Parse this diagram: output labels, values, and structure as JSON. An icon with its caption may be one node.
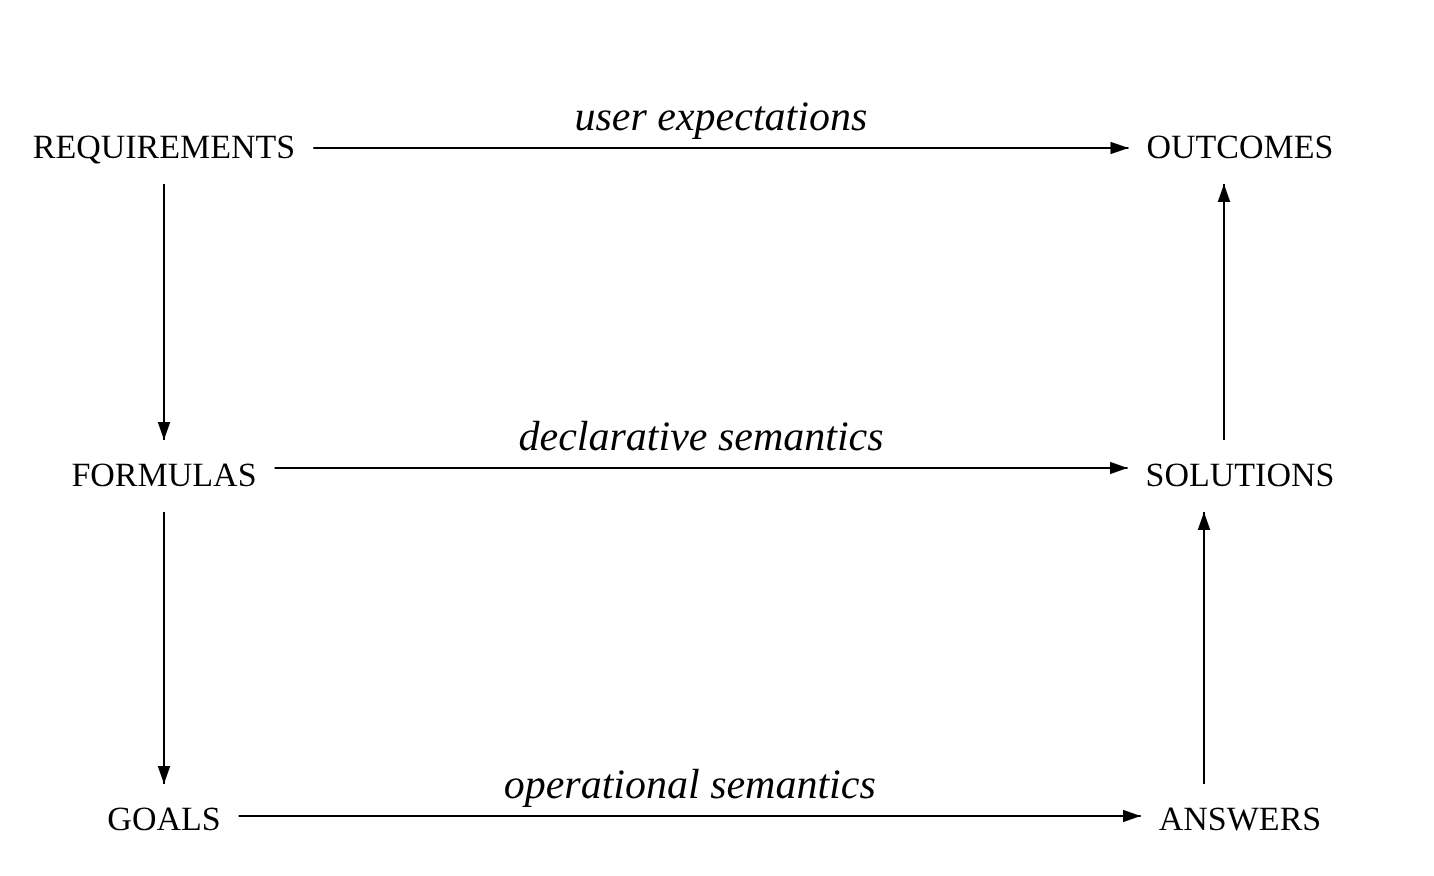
{
  "diagram": {
    "nodes": [
      {
        "text": [
          "REQUIREMENTS"
        ]
      },
      {
        "text": [
          "OUTCOMES"
        ]
      },
      {
        "text": [
          "FORMULAS"
        ]
      },
      {
        "text": [
          "SOLUTIONS"
        ]
      },
      {
        "text": [
          "GOALS"
        ]
      },
      {
        "text": [
          "ANSWERS"
        ]
      }
    ],
    "edges": [
      {
        "from": 0,
        "to": 1,
        "arrow": "to",
        "label": "user expectations"
      },
      {
        "from": 0,
        "to": 2,
        "arrow": "to"
      },
      {
        "from": 2,
        "to": 3,
        "arrow": "to",
        "label": "declarative semantics"
      },
      {
        "from": 2,
        "to": 4,
        "arrow": "to"
      },
      {
        "from": 4,
        "to": 5,
        "arrow": "to",
        "label": "operational semantics"
      },
      {
        "from": 5,
        "to": 3,
        "arrow": "to"
      },
      {
        "from": 3,
        "to": 1,
        "arrow": "to"
      }
    ]
  }
}
